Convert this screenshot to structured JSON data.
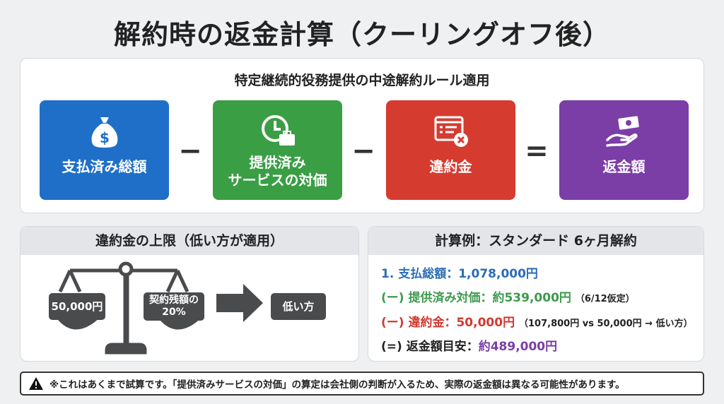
{
  "title": "解約時の返金計算（クーリングオフ後）",
  "formula": {
    "subtitle": "特定継続的役務提供の中途解約ルール適用",
    "boxes": [
      {
        "label": "支払済み総額",
        "color": "#1f6fc8",
        "icon": "money-bag-icon"
      },
      {
        "label": "提供済み\nサービスの対価",
        "color": "#3a9e45",
        "icon": "clock-briefcase-icon"
      },
      {
        "label": "違約金",
        "color": "#d63b30",
        "icon": "invoice-cancel-icon"
      },
      {
        "label": "返金額",
        "color": "#7b3ea6",
        "icon": "hand-money-icon"
      }
    ],
    "operators": [
      "−",
      "−",
      "="
    ]
  },
  "penalty": {
    "header": "違約金の上限（低い方が適用）",
    "left_pan": "50,000円",
    "right_pan": "契約残額の\n20%",
    "result": "低い方"
  },
  "example": {
    "header": "計算例：スタンダード 6ヶ月解約",
    "lines": [
      {
        "prefix": "1. 支払総額：",
        "value": "1,078,000円",
        "note": "",
        "color": "#2a6db5"
      },
      {
        "prefix": "(ー) 提供済み対価：",
        "value": "約539,000円",
        "note": "（6/12仮定）",
        "color": "#3d9a4c"
      },
      {
        "prefix": "(ー) 違約金：",
        "value": "50,000円",
        "note": "（107,800円 vs 50,000円 → 低い方）",
        "color": "#d13a30"
      },
      {
        "prefix": "(=) 返金額目安：",
        "value": "約489,000円",
        "note": "",
        "color": "#7b3ea6"
      }
    ]
  },
  "footer": "※これはあくまで試算です。「提供済みサービスの対価」の算定は会社側の判断が入るため、実際の返金額は異なる可能性があります。"
}
